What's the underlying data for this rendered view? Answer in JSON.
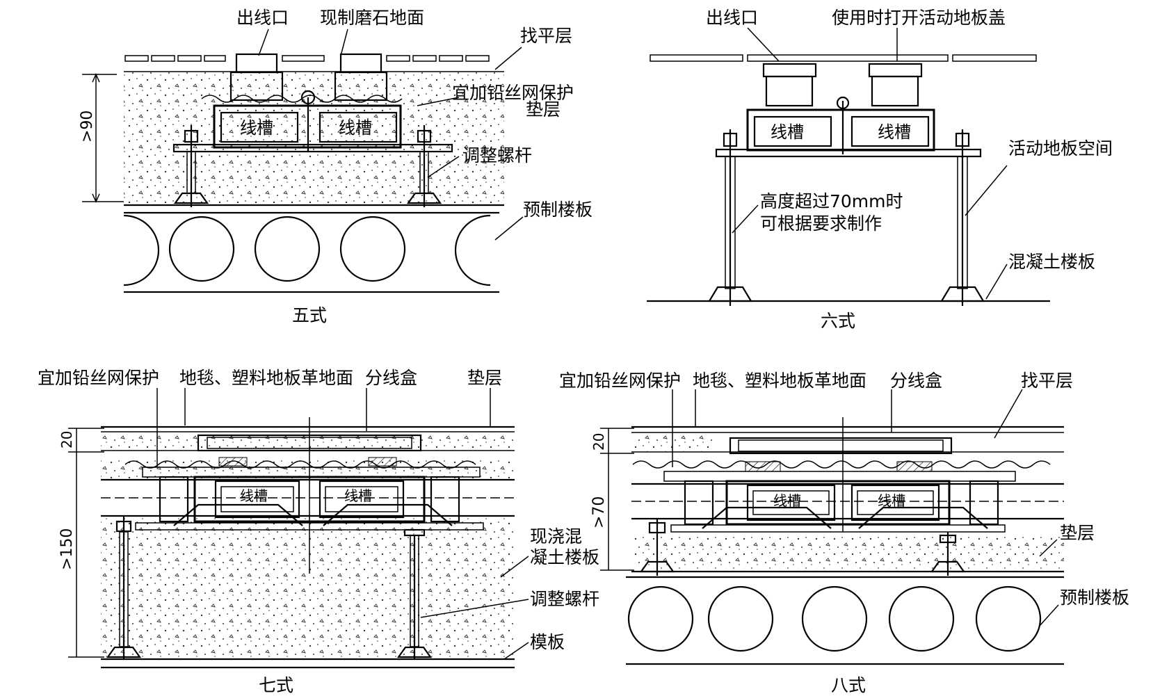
{
  "diagrams": [
    {
      "caption": "五式",
      "labels": {
        "outlet": "出线口",
        "terrazzo": "现制磨石地面",
        "leveling": "找平层",
        "mesh": "宜加铅丝网保护",
        "cushion": "垫层",
        "bolt": "调整螺杆",
        "slab": "预制楼板",
        "trough_a": "线槽",
        "trough_b": "线槽",
        "dim": ">90"
      }
    },
    {
      "caption": "六式",
      "labels": {
        "outlet": "出线口",
        "cover": "使用时打开活动地板盖",
        "space": "活动地板空间",
        "height_note_1": "高度超过70mm时",
        "height_note_2": "可根据要求制作",
        "slab": "混凝土楼板",
        "trough_a": "线槽",
        "trough_b": "线槽"
      }
    },
    {
      "caption": "七式",
      "labels": {
        "mesh": "宜加铅丝网保护",
        "carpet": "地毯、塑料地板革地面",
        "junction": "分线盒",
        "cushion": "垫层",
        "cast_slab_1": "现浇混",
        "cast_slab_2": "凝土楼板",
        "bolt": "调整螺杆",
        "formwork": "模板",
        "trough_a": "线槽",
        "trough_b": "线槽",
        "dim_top": "20",
        "dim_main": ">150"
      }
    },
    {
      "caption": "八式",
      "labels": {
        "mesh": "宜加铅丝网保护",
        "carpet": "地毯、塑料地板革地面",
        "junction": "分线盒",
        "leveling": "找平层",
        "cushion": "垫层",
        "slab": "预制楼板",
        "trough_a": "线槽",
        "trough_b": "线槽",
        "dim_top": "20",
        "dim_main": ">70"
      }
    }
  ]
}
